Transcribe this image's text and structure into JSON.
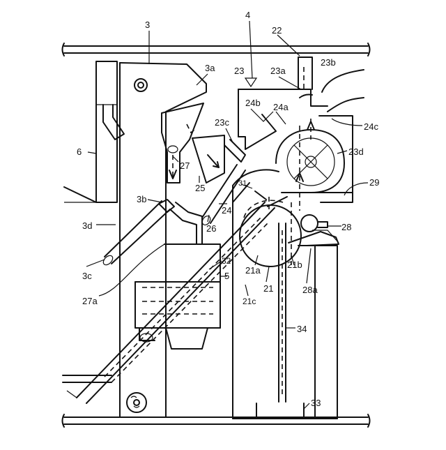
{
  "labels": {
    "l3": "3",
    "l4": "4",
    "l22": "22",
    "l3a": "3a",
    "l23": "23",
    "l23a": "23a",
    "l23b": "23b",
    "l24b": "24b",
    "l24a": "24a",
    "l23c": "23c",
    "l24c": "24c",
    "l6": "6",
    "l27": "27",
    "l23d": "23d",
    "l25": "25",
    "l29": "29",
    "l31": "31",
    "l3b": "3b",
    "l24": "24",
    "l3d": "3d",
    "l26": "26",
    "l28": "28",
    "l3c": "3c",
    "l32": "32",
    "l21a": "21a",
    "l21b": "21b",
    "l5": "5",
    "l21": "21",
    "l27a": "27a",
    "l21c": "21c",
    "l28a": "28a",
    "l34": "34",
    "l33": "33"
  }
}
